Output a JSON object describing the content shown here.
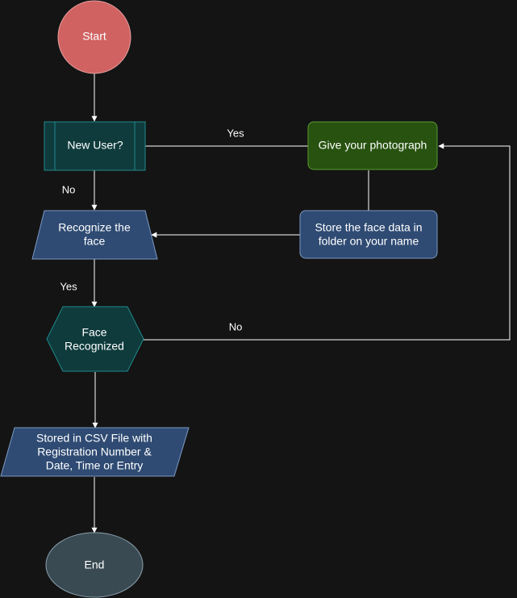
{
  "nodes": {
    "start": {
      "label": "Start",
      "fill": "#d06262",
      "stroke": "#e8a0a0"
    },
    "new_user": {
      "label": "New User?",
      "fill": "#0f3b3c",
      "stroke": "#1f8a8c"
    },
    "give_photo": {
      "label": "Give your photograph",
      "fill": "#27520f",
      "stroke": "#5b9b33"
    },
    "recognize": {
      "lines": [
        "Recognize the",
        "face"
      ],
      "fill": "#2f4b73",
      "stroke": "#7d9ac4"
    },
    "store_face": {
      "lines": [
        "Store the face data in",
        "folder on your name"
      ],
      "fill": "#2f4b73",
      "stroke": "#7d9ac4"
    },
    "face_recognized": {
      "lines": [
        "Face",
        "Recognized"
      ],
      "fill": "#0f3b3c",
      "stroke": "#1f8a8c"
    },
    "stored_csv": {
      "lines": [
        "Stored in CSV File with",
        "Registration Number &",
        "Date, Time or Entry"
      ],
      "fill": "#2f4b73",
      "stroke": "#7d9ac4"
    },
    "end": {
      "label": "End",
      "fill": "#3a4a53",
      "stroke": "#8aa0ad"
    }
  },
  "edges": {
    "new_user_yes": "Yes",
    "new_user_no": "No",
    "recognize_yes": "Yes",
    "face_recognized_no": "No"
  },
  "colors": {
    "background": "#141414",
    "connector": "#ffffff"
  }
}
